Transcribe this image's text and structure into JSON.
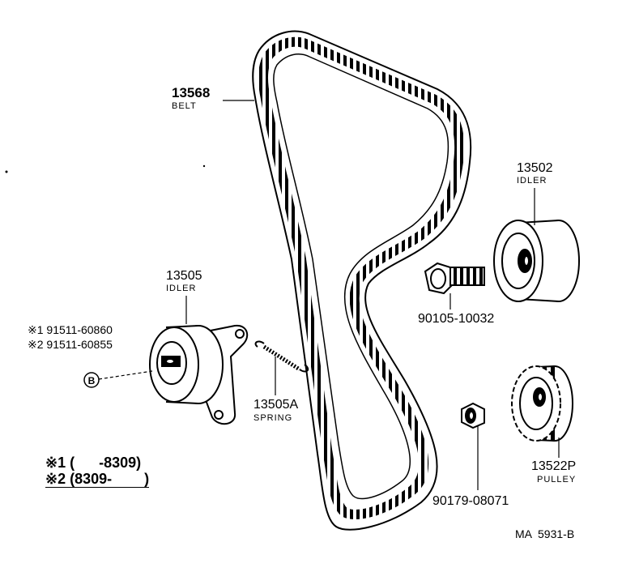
{
  "parts": {
    "belt": {
      "number": "13568",
      "name": "BELT"
    },
    "idler_upper": {
      "number": "13502",
      "name": "IDLER"
    },
    "bolt": {
      "number": "90105-10032"
    },
    "idler_lower": {
      "number": "13505",
      "name": "IDLER"
    },
    "spring": {
      "number": "13505A",
      "name": "SPRING"
    },
    "pulley": {
      "number": "13522P",
      "name": "PULLEY"
    },
    "nut": {
      "number": "90179-08071"
    },
    "bolt_variant_1": {
      "mark": "※1",
      "number": "91511-60860"
    },
    "bolt_variant_2": {
      "mark": "※2",
      "number": "91511-60855"
    },
    "callout_b": "B"
  },
  "legend": {
    "row1": {
      "mark": "※1",
      "range": "(      -8309)"
    },
    "row2": {
      "mark": "※2",
      "range": "(8309-        )"
    }
  },
  "reference": "MA  5931-B",
  "colors": {
    "ink": "#000000",
    "paper": "#ffffff"
  }
}
